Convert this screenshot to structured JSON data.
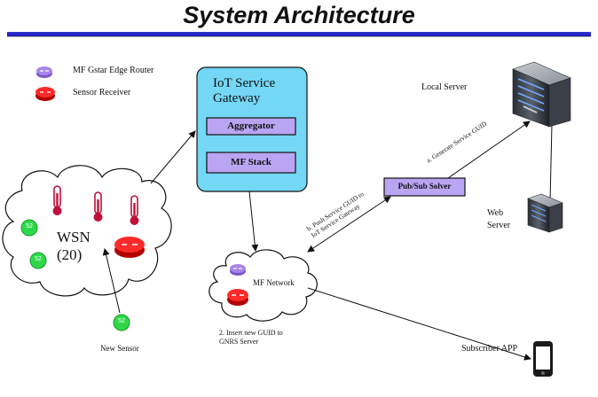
{
  "title": "System Architecture",
  "legend": {
    "router_label": "MF Gstar  Edge Router",
    "receiver_label": "Sensor Receiver"
  },
  "gateway": {
    "title_line1": "IoT Service",
    "title_line2": "Gateway",
    "aggregator": "Aggregator",
    "mf_stack": "MF  Stack"
  },
  "wsn": {
    "label_line1": "WSN",
    "label_line2": "(20)",
    "sensor_badge": "52"
  },
  "new_sensor": "New Sensor",
  "mf_network": "MF Network",
  "insert_guid": {
    "line1": "2. Insert new GUID to",
    "line2": "GNRS Server"
  },
  "pubsub": "Pub/Sub Solver",
  "generate_guid": "a. Generate Service GUID",
  "push_guid": {
    "line1": "b. Push Service GUID to",
    "line2": "IoT Service Gateway"
  },
  "local_server": "Local Server",
  "web_server": {
    "line1": "Web",
    "line2": "Server"
  },
  "subscriber": "Subscriber APP"
}
